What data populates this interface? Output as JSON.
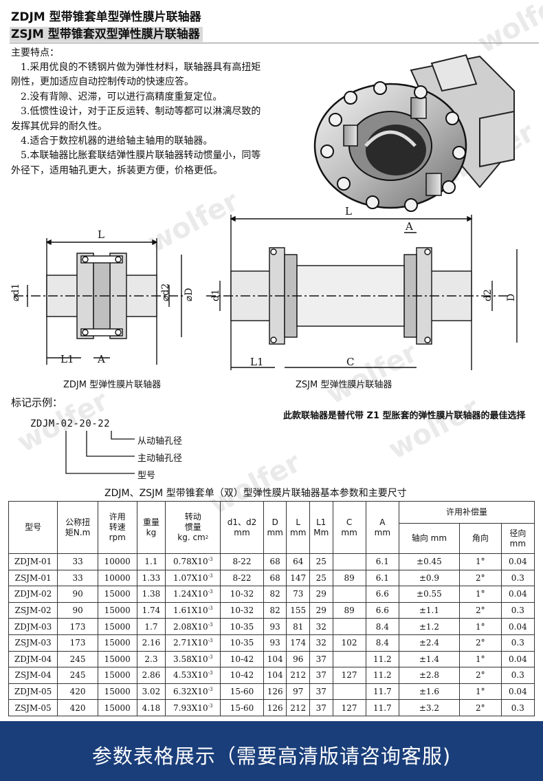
{
  "header": {
    "title1": "ZDJM  型带锥套单型弹性膜片联轴器",
    "title2": "ZSJM  型带锥套双型弹性膜片联轴器"
  },
  "features": {
    "heading": "主要特点：",
    "items": [
      "1.采用优良的不锈钢片做为弹性材料，联轴器具有高扭矩刚性，更加适应自动控制传动的快速应答。",
      "2.没有背隙、迟滞，可以进行高精度重复定位。",
      "3.低惯性设计，对于正反运转、制动等都可以淋漓尽致的发挥其优异的耐久性。",
      "4.适合于数控机器的进给轴主轴用的联轴器。",
      "5.本联轴器比胀套联结弹性膜片联轴器转动惯量小，同等外径下，适用轴孔更大，拆装更方便，价格更低。"
    ]
  },
  "drawing": {
    "zdjm_labels": {
      "L": "L",
      "d1": "⌀d1",
      "d2": "⌀d2",
      "D": "⌀D",
      "L1": "L1",
      "A": "A"
    },
    "zsjm_labels": {
      "L": "L",
      "A": "A",
      "d1": "d1",
      "d2": "d2",
      "D": "D",
      "L1": "L1",
      "C": "C"
    },
    "caption_left": "ZDJM 型弹性膜片联轴器",
    "caption_right": "ZSJM 型弹性膜片联轴器"
  },
  "marking": {
    "heading": "标记示例：",
    "code": "ZDJM-02-20-22",
    "labels": [
      "从动轴孔径",
      "主动轴孔径",
      "型号"
    ]
  },
  "note": "此款联轴器是替代带 Z1 型胀套的弹性膜片联轴器的最佳选择",
  "table": {
    "title": "ZDJM、ZSJM 型带锥套单（双）型弹性膜片联轴器基本参数和主要尺寸",
    "headers": {
      "model": "型号",
      "torque": "公称扭矩N.m",
      "torque_l1": "公称扭",
      "torque_l2": "矩N.m",
      "speed_l1": "许用",
      "speed_l2": "转速",
      "speed_l3": "rpm",
      "weight_l1": "重量",
      "weight_l2": "kg",
      "inertia_l1": "转动",
      "inertia_l2": "惯量",
      "inertia_l3": "kg. cm",
      "d": "d1、d2",
      "D": "D",
      "L": "L",
      "L1": "L1",
      "C": "C",
      "A": "A",
      "unit_mm": "mm",
      "unit_Mm": "Mm",
      "comp": "许用补偿量",
      "axial": "轴向 mm",
      "angular": "角向",
      "radial_l1": "径向",
      "radial_l2": "mm"
    },
    "rows": [
      [
        "ZDJM-01",
        "33",
        "10000",
        "1.1",
        "0.78X10",
        "8-22",
        "68",
        "64",
        "25",
        "",
        "6.1",
        "±0.45",
        "1°",
        "0.04"
      ],
      [
        "ZSJM-01",
        "33",
        "10000",
        "1.33",
        "1.07X10",
        "8-22",
        "68",
        "147",
        "25",
        "89",
        "6.1",
        "±0.9",
        "2°",
        "0.3"
      ],
      [
        "ZDJM-02",
        "90",
        "15000",
        "1.38",
        "1.24X10",
        "10-32",
        "82",
        "73",
        "29",
        "",
        "6.6",
        "±0.55",
        "1°",
        "0.04"
      ],
      [
        "ZSJM-02",
        "90",
        "15000",
        "1.74",
        "1.61X10",
        "10-32",
        "82",
        "155",
        "29",
        "89",
        "6.6",
        "±1.1",
        "2°",
        "0.3"
      ],
      [
        "ZDJM-03",
        "173",
        "15000",
        "1.7",
        "2.08X10",
        "10-35",
        "93",
        "81",
        "32",
        "",
        "8.4",
        "±1.2",
        "1°",
        "0.04"
      ],
      [
        "ZSJM-03",
        "173",
        "15000",
        "2.16",
        "2.71X10",
        "10-35",
        "93",
        "174",
        "32",
        "102",
        "8.4",
        "±2.4",
        "2°",
        "0.3"
      ],
      [
        "ZDJM-04",
        "245",
        "15000",
        "2.3",
        "3.58X10",
        "10-42",
        "104",
        "96",
        "37",
        "",
        "11.2",
        "±1.4",
        "1°",
        "0.04"
      ],
      [
        "ZSJM-04",
        "245",
        "15000",
        "2.86",
        "4.53X10",
        "10-42",
        "104",
        "212",
        "37",
        "127",
        "11.2",
        "±2.8",
        "2°",
        "0.3"
      ],
      [
        "ZDJM-05",
        "420",
        "15000",
        "3.02",
        "6.32X10",
        "15-60",
        "126",
        "97",
        "37",
        "",
        "11.7",
        "±1.6",
        "1°",
        "0.04"
      ],
      [
        "ZSJM-05",
        "420",
        "15000",
        "4.18",
        "7.93X10",
        "15-60",
        "126",
        "212",
        "37",
        "127",
        "11.7",
        "±3.2",
        "2°",
        "0.3"
      ]
    ],
    "exp": "-3",
    "sq": "2"
  },
  "banner": "参数表格展示（需要高清版请咨询客服)",
  "watermark": "wolfer"
}
